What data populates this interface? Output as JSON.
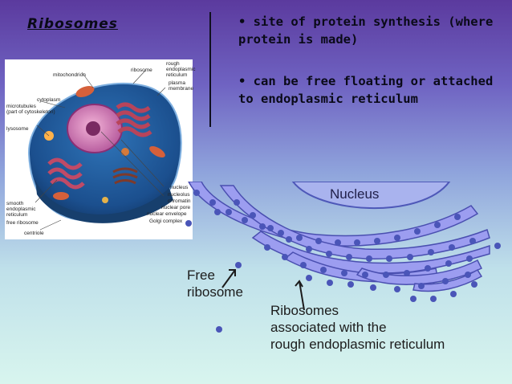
{
  "slide": {
    "title": "Ribosomes",
    "bullets": [
      "site of protein synthesis (where protein is made)",
      "can be free floating or attached to endoplasmic reticulum"
    ]
  },
  "cell_diagram": {
    "labels": {
      "rough_er": "rough\nendoplasmic\nreticulum",
      "ribosome": "ribosome",
      "mitochondrion": "mitochondrion",
      "plasma_membrane": "plasma\nmembrane",
      "cytoplasm": "cytoplasm",
      "microtubules": "microtubules\n(part of cytoskeleton)",
      "lysosome": "lysosome",
      "nucleus": "nucleus",
      "nucleolus": "nucleolus",
      "chromatin": "chromatin",
      "nuclear_pore": "nuclear pore",
      "nuclear_envelope": "nuclear envelope",
      "golgi": "Golgi complex",
      "smooth_er": "smooth\nendoplasmic\nreticulum",
      "free_ribosome": "free ribosome",
      "centriole": "centriole"
    }
  },
  "er_diagram": {
    "nucleus_label": "Nucleus",
    "free_ribosome_label": "Free\nribosome",
    "attached_label": "Ribosomes\nassociated with the\nrough endoplasmic reticulum"
  },
  "colors": {
    "background_top": "#5b3a9e",
    "background_bottom": "#d8f5ee",
    "er_membrane": "#8f8ff0",
    "ribosome": "#4a55b8"
  }
}
